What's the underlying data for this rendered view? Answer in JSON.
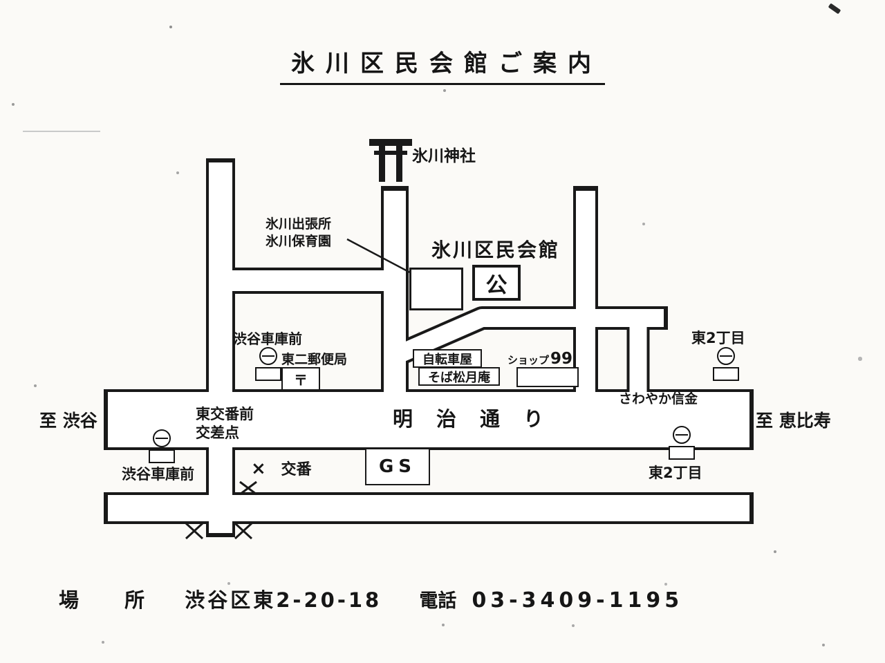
{
  "page": {
    "title": "氷川区民会館ご案内"
  },
  "map": {
    "shrine_label": "氷川神社",
    "annex_line1": "氷川出張所",
    "annex_line2": "氷川保育園",
    "hall_label": "氷川区民会館",
    "hall_symbol": "公",
    "depot_north_label": "渋谷車庫前",
    "post_office_label": "東二郵便局",
    "post_office_symbol": "〒",
    "bicycle_shop_label": "自転車屋",
    "soba_label": "そば松月庵",
    "shop99_prefix": "ショップ",
    "shop99_number": "99",
    "bank_label": "さわやか信金",
    "higashi2_north_label": "東2丁目",
    "to_shibuya_label": "至 渋谷",
    "to_ebisu_label": "至 恵比寿",
    "crossing_line1": "東交番前",
    "crossing_line2": "交差点",
    "meiji_dori_label": "明治通り",
    "depot_south_label": "渋谷車庫前",
    "koban_mark": "×",
    "koban_label": "交番",
    "gs_label": "GS",
    "higashi2_south_label": "東2丁目"
  },
  "footer": {
    "place_word1": "場",
    "place_word2": "所",
    "address": "渋谷区東2-20-18",
    "phone_label": "電話",
    "phone_number": "03-3409-1195"
  },
  "icons": {
    "torii": "torii-gate",
    "bus_stop": "bus-stop-sign-pole",
    "arrow": "annex-pointer-arrow",
    "rail_crossing": "crossing-x-marks"
  }
}
